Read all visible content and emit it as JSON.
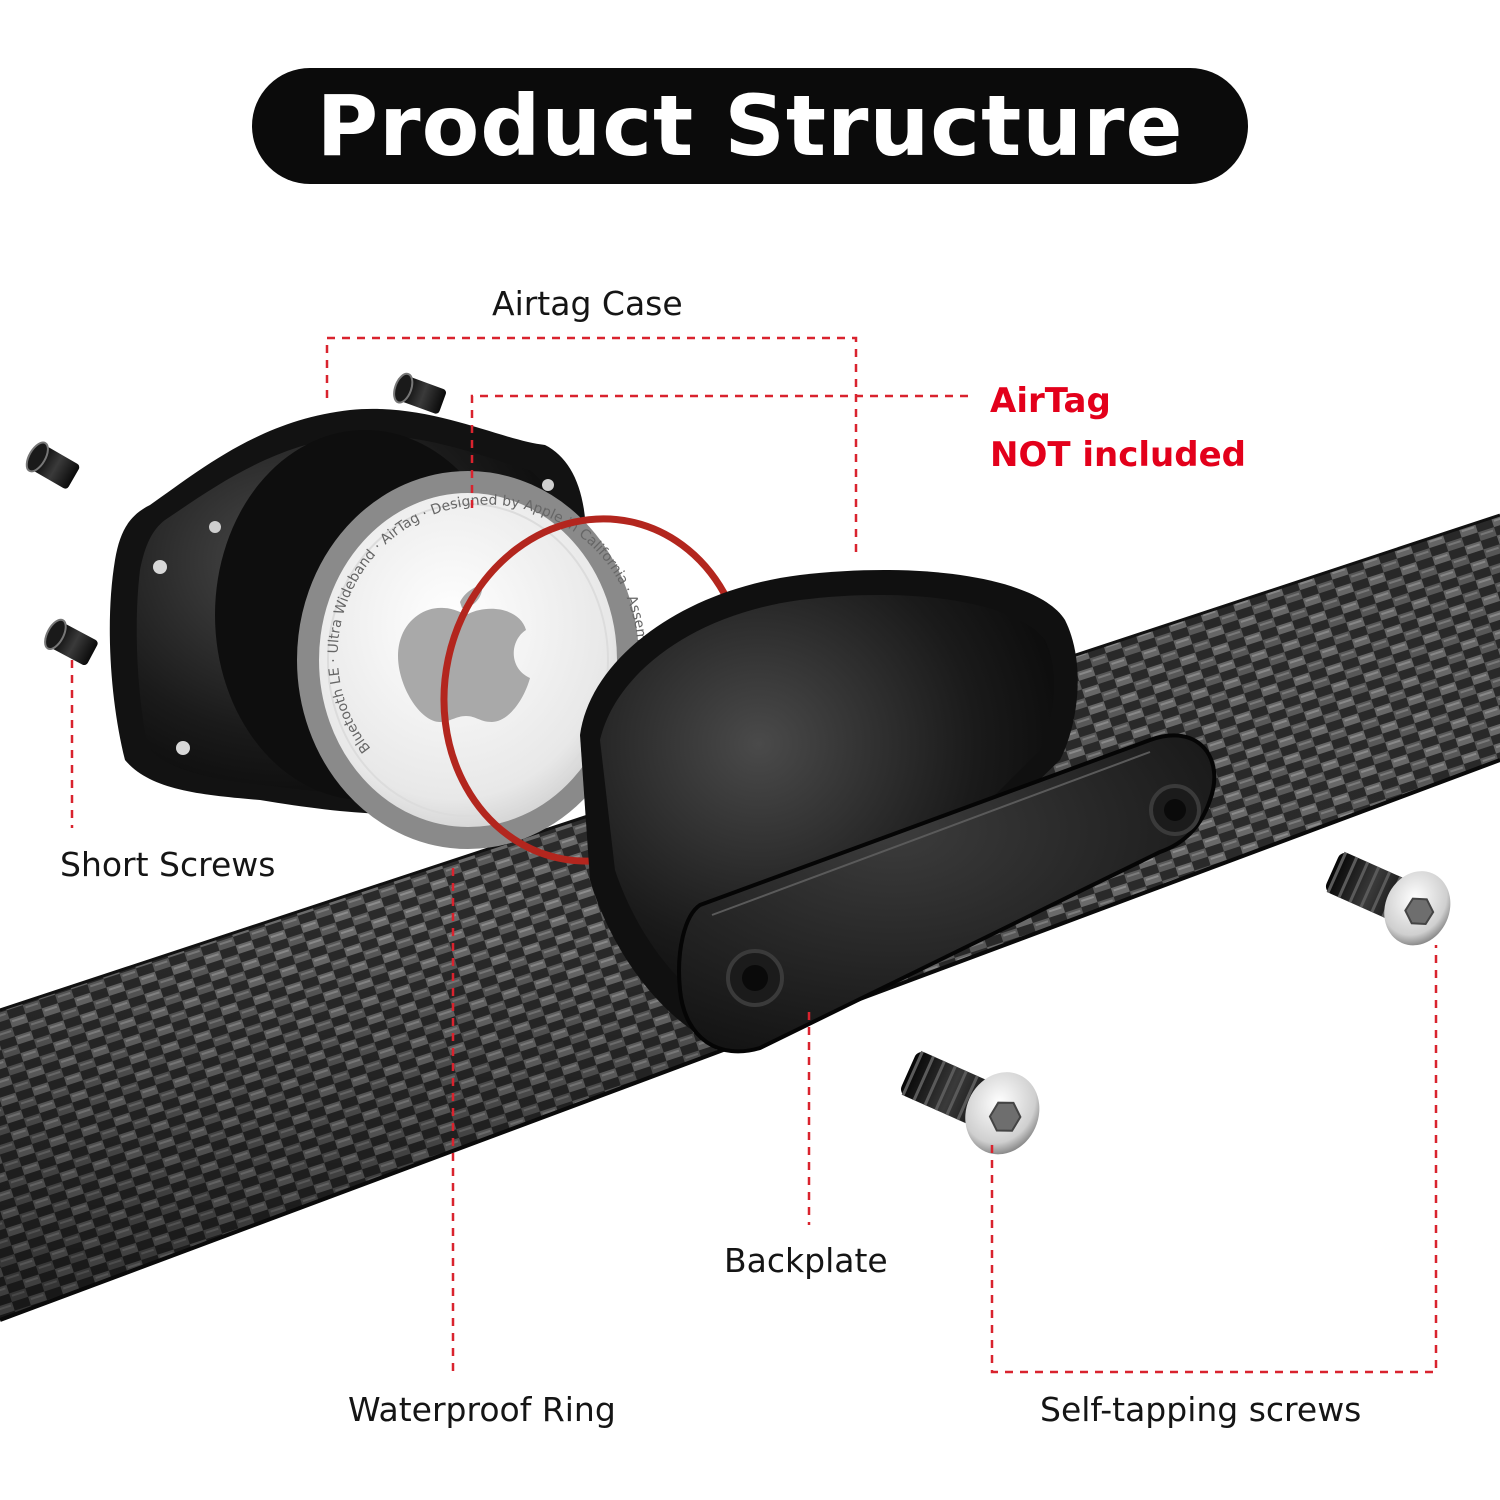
{
  "title": "Product Structure",
  "labels": {
    "airtag_case": "Airtag Case",
    "short_screws": "Short Screws",
    "backplate": "Backplate",
    "waterproof_ring": "Waterproof Ring",
    "self_tapping_screws": "Self-tapping screws"
  },
  "notice": {
    "line1": "AirTag",
    "line2": "NOT included"
  },
  "airtag_engraving": {
    "ring_text": "Bluetooth LE · Ultra Wideband · AirTag · Designed by Apple in California · Assembled in China"
  },
  "colors": {
    "title_background": "#0b0b0b",
    "title_text": "#ffffff",
    "notice_red": "#e3001b",
    "leader_line_red": "#d9232e",
    "waterproof_ring": "#b3261e",
    "label_text": "#151515",
    "strap_dark": "#1f1f1f",
    "airtag_rim": "#8a8a8a"
  },
  "icons": [
    "apple-logo-icon",
    "hex-socket-icon"
  ]
}
